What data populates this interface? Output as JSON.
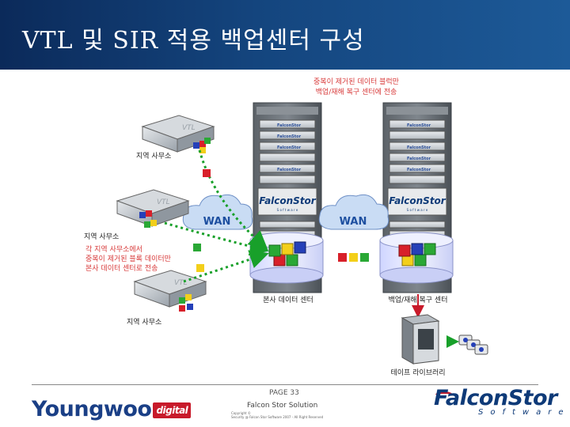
{
  "header": {
    "title": "VTL 및 SIR 적용 백업센터 구성"
  },
  "diagram": {
    "top_note_line1": "중복이 제거된 데이터 블럭만",
    "top_note_line2": "백업/재해 복구 센터에 전송",
    "branch_office_1": "지역 사무소",
    "branch_office_2": "지역 사무소",
    "branch_office_3": "지역 사무소",
    "branch_note_line1": "각 지역 사무소에서",
    "branch_note_line2": "중복이 제거된 블록 데이터만",
    "branch_note_line3": "본사 데이터 센터로 전송",
    "wan_label_1": "WAN",
    "wan_label_2": "WAN",
    "hq_label": "본사 데이터 센터",
    "dr_label": "백업/재해 복구 센터",
    "tape_label": "테이프 라이브러리",
    "server_brand": "FalconStor",
    "rack_brand": "FalconStor",
    "rack_brand_sub": "S o f t w a r e",
    "vtl_text": "VTL",
    "colors": {
      "arrow_green": "#18a02a",
      "block_red": "#d8202a",
      "block_green": "#2aa835",
      "block_yellow": "#f3cf1a",
      "block_blue": "#2540b8",
      "accent_red": "#c81a2a"
    }
  },
  "footer": {
    "left_logo_text": "Youngwoo",
    "left_logo_badge": "digital",
    "page_number": "PAGE 33",
    "subtitle": "Falcon Stor Solution",
    "copyright_line1": "Copyright ©",
    "copyright_line2": "Security @ Falcon Stor Software 2007 - All Right Reserved",
    "right_logo_text": "FalconStor",
    "right_logo_sub": "Software"
  }
}
